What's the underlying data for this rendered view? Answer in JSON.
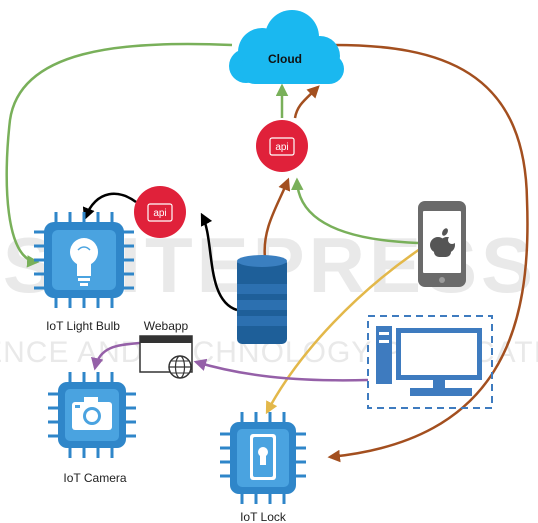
{
  "labels": {
    "cloud": "Cloud",
    "api_top": "api",
    "api_left": "api",
    "light_bulb": "IoT Light Bulb",
    "webapp": "Webapp",
    "camera": "IoT Camera",
    "lock": "IoT Lock"
  },
  "watermark": {
    "line1": "SCITEPRESS",
    "line2": "SCIENCE AND TECHNOLOGY PUBLICATIONS"
  },
  "colors": {
    "chip_blue": "#2f86c9",
    "chip_inner": "#4aa3e0",
    "cloud_blue": "#1ab8f0",
    "api_red": "#e0213a",
    "green_arrow": "#79b05a",
    "brown_arrow": "#a34f1f",
    "yellow_arrow": "#e3b84a",
    "purple_arrow": "#9560a8",
    "black_arrow": "#000000",
    "speaker_blue": "#1e5f99",
    "phone_gray": "#6a6a6a",
    "desktop_blue": "#3e7bbf"
  },
  "icons": {
    "cloud": "cloud-icon",
    "bulb": "light-bulb-icon",
    "camera": "camera-icon",
    "lock": "lock-icon",
    "phone": "apple-phone-icon",
    "desktop": "desktop-computer-icon",
    "speaker": "smart-speaker-icon",
    "globe": "globe-icon",
    "browser": "browser-window-icon"
  }
}
